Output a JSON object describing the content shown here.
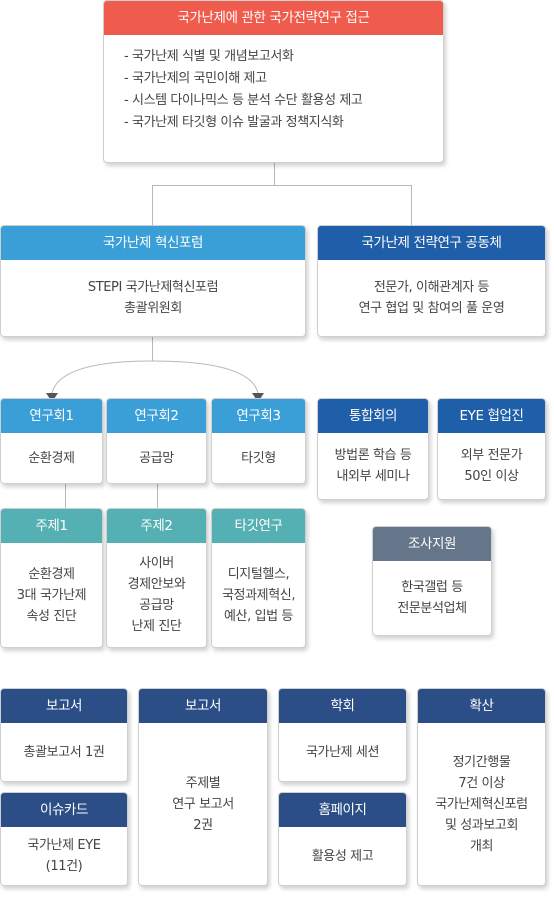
{
  "top": {
    "title": "국가난제에 관한 국가전략연구 접근",
    "items": [
      "- 국가난제 식별 및 개념보고서화",
      "- 국가난제의 국민이해 제고",
      "- 시스템 다이나믹스 등 분석 수단 활용성 제고",
      "- 국가난제 타깃형 이슈 발굴과 정책지식화"
    ]
  },
  "forum": {
    "title": "국가난제 혁신포럼",
    "lines": [
      "STEPI 국가난제혁신포럼",
      "총괄위원회"
    ]
  },
  "joint": {
    "title": "국가난제 전략연구 공동체",
    "lines": [
      "전문가, 이해관계자 등",
      "연구 협업 및 참여의 풀 운영"
    ]
  },
  "groups": [
    {
      "title": "연구회1",
      "lines": [
        "순환경제"
      ]
    },
    {
      "title": "연구회2",
      "lines": [
        "공급망"
      ]
    },
    {
      "title": "연구회3",
      "lines": [
        "타깃형"
      ]
    }
  ],
  "partners": [
    {
      "title": "통합회의",
      "lines": [
        "방법론 학습 등",
        "내외부 세미나"
      ]
    },
    {
      "title": "EYE 협업진",
      "lines": [
        "외부 전문가",
        "50인 이상"
      ]
    }
  ],
  "themes": [
    {
      "title": "주제1",
      "lines": [
        "순환경제",
        "3대 국가난제",
        "속성 진단"
      ]
    },
    {
      "title": "주제2",
      "lines": [
        "사이버",
        "경제안보와",
        "공급망",
        "난제 진단"
      ]
    },
    {
      "title": "타깃연구",
      "lines": [
        "디지털헬스,",
        "국정과제혁신,",
        "예산, 입법 등"
      ]
    }
  ],
  "survey": {
    "title": "조사지원",
    "lines": [
      "한국갤럽 등",
      "전문분석업체"
    ]
  },
  "outputs": {
    "report1": {
      "title": "보고서",
      "lines": [
        "총괄보고서 1권"
      ]
    },
    "issuecard": {
      "title": "이슈카드",
      "lines": [
        "국가난제 EYE",
        "(11건)"
      ]
    },
    "report2": {
      "title": "보고서",
      "lines": [
        "주제별",
        "연구 보고서",
        "2권"
      ]
    },
    "conference": {
      "title": "학회",
      "lines": [
        "국가난제 세션"
      ]
    },
    "homepage": {
      "title": "홈페이지",
      "lines": [
        "활용성 제고"
      ]
    },
    "spread": {
      "title": "확산",
      "lines": [
        "정기간행물",
        "7건 이상",
        "국가난제혁신포럼",
        "및 성과보고회",
        "개최"
      ]
    }
  },
  "colors": {
    "red": "#ef5b4c",
    "light_blue": "#3a9fd6",
    "navy": "#1f5ea8",
    "teal": "#55b0b3",
    "slate_gray": "#65758a",
    "dark_navy": "#2c4e86",
    "connector": "#b8b8b8"
  }
}
